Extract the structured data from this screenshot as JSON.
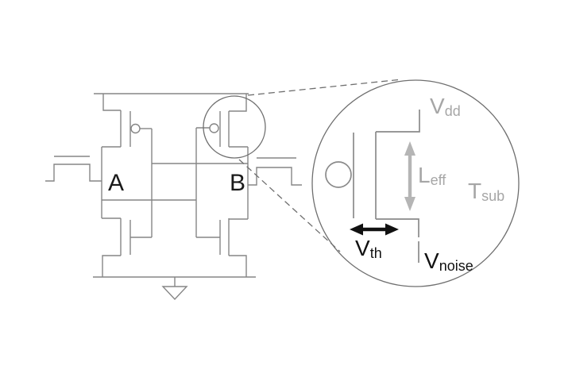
{
  "cell": {
    "node_a_label": "A",
    "node_b_label": "B"
  },
  "magnifier": {
    "labels": {
      "vdd": {
        "base": "V",
        "sub": "dd"
      },
      "leff": {
        "base": "L",
        "sub": "eff"
      },
      "tsub": {
        "base": "T",
        "sub": "sub"
      },
      "vth": {
        "base": "V",
        "sub": "th"
      },
      "vnoise": {
        "base": "V",
        "sub": "noise"
      }
    }
  },
  "colors": {
    "background": "#ffffff",
    "wire_gray": "#858585",
    "callout_gray": "#6f6f6f",
    "magnifier_wire_gray": "#8a8a8a",
    "label_gray": "#a6a6a6",
    "arrow_gray": "#b5b5b5",
    "text_black": "#111111"
  }
}
